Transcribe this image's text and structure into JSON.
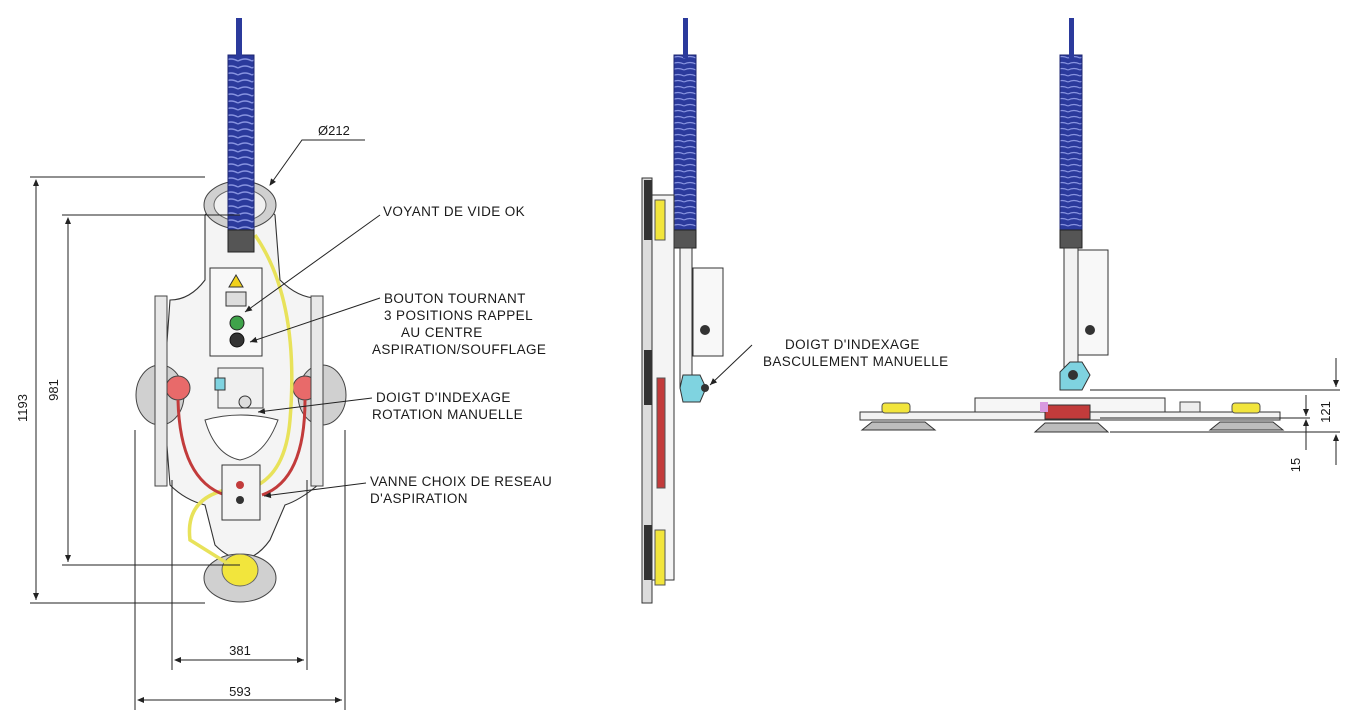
{
  "front_view": {
    "dim_diameter": "Ø212",
    "dim_height_total": "1193",
    "dim_height_inner": "981",
    "dim_width_inner": "381",
    "dim_width_total": "593",
    "callout_vacuum_indicator": "VOYANT DE VIDE OK",
    "callout_rotary_button": [
      "BOUTON TOURNANT",
      "3 POSITIONS RAPPEL",
      "AU CENTRE",
      "ASPIRATION/SOUFFLAGE"
    ],
    "callout_rotation_pin": [
      "DOIGT D'INDEXAGE",
      "ROTATION MANUELLE"
    ],
    "callout_valve": [
      "VANNE CHOIX DE RESEAU",
      "D'ASPIRATION"
    ]
  },
  "side_view": {
    "callout_tilt_pin": [
      "DOIGT D'INDEXAGE",
      "BASCULEMENT MANUELLE"
    ]
  },
  "top_view": {
    "dim_121": "121",
    "dim_15": "15"
  },
  "colors": {
    "hose_blue": "#2b3a9c",
    "frame_yellow": "#e8e25a",
    "hose_red": "#c23b3b",
    "pad_yellow": "#f2e53c",
    "indicator_green": "#3fa34a",
    "pin_cyan": "#7fd3e0"
  }
}
